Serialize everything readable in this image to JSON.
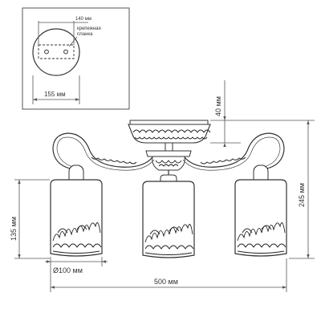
{
  "inset": {
    "plate_width_label": "140 мм",
    "plate_note_line1": "крепежная",
    "plate_note_line2": "планка",
    "base_diameter_label": "155 мм"
  },
  "dimensions": {
    "canopy_height": "40 мм",
    "total_height": "245 мм",
    "shade_height": "135 мм",
    "shade_diameter": "Ø100 мм",
    "total_width": "500 мм"
  }
}
